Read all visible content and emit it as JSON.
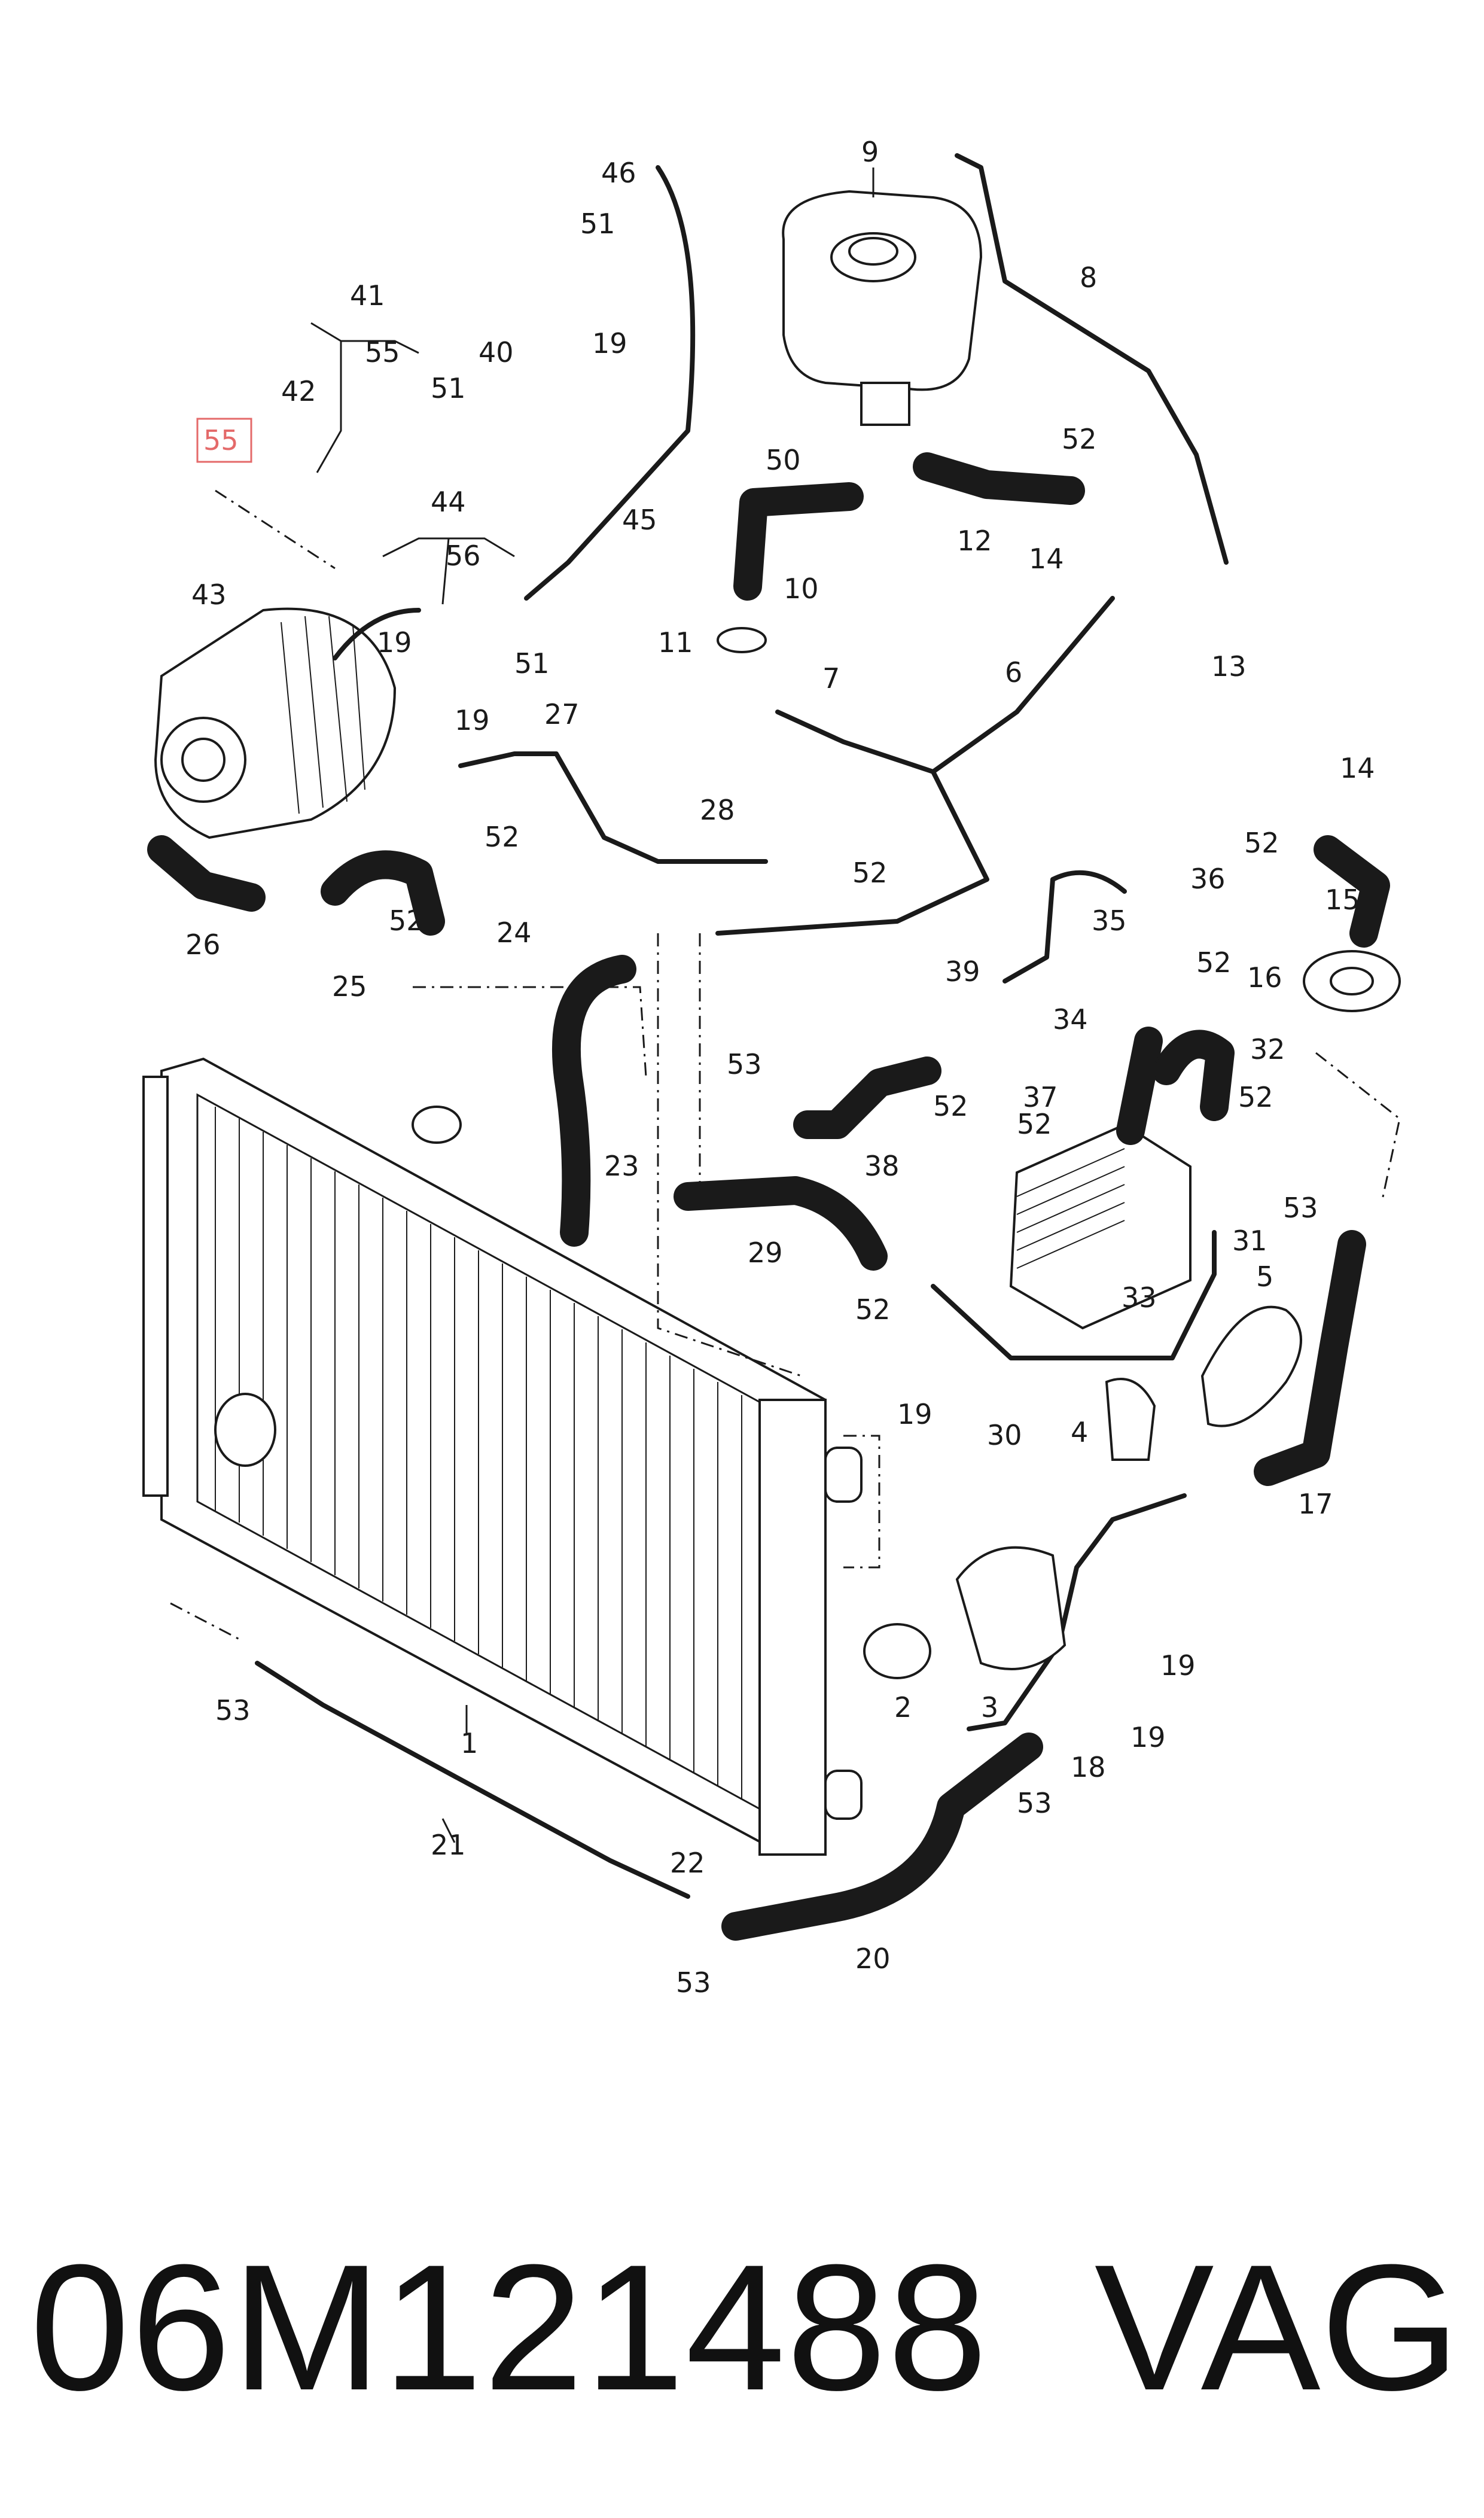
{
  "diagram": {
    "labels": {
      "l1": "1",
      "l2": "2",
      "l3": "3",
      "l4": "4",
      "l5": "5",
      "l6": "6",
      "l7": "7",
      "l8": "8",
      "l9": "9",
      "l10": "10",
      "l11": "11",
      "l12": "12",
      "l13": "13",
      "l14a": "14",
      "l14b": "14",
      "l15": "15",
      "l16": "16",
      "l17": "17",
      "l18": "18",
      "l19a": "19",
      "l19b": "19",
      "l19c": "19",
      "l19d": "19",
      "l19e": "19",
      "l19f": "19",
      "l20": "20",
      "l21": "21",
      "l22": "22",
      "l23": "23",
      "l24": "24",
      "l25": "25",
      "l26": "26",
      "l27": "27",
      "l28": "28",
      "l29": "29",
      "l30": "30",
      "l31": "31",
      "l32": "32",
      "l33": "33",
      "l34": "34",
      "l35": "35",
      "l36": "36",
      "l37": "37",
      "l38": "38",
      "l39": "39",
      "l40": "40",
      "l41": "41",
      "l42": "42",
      "l43": "43",
      "l44": "44",
      "l45": "45",
      "l46": "46",
      "l50": "50",
      "l51a": "51",
      "l51b": "51",
      "l51c": "51",
      "l52a": "52",
      "l52b": "52",
      "l52c": "52",
      "l52d": "52",
      "l52e": "52",
      "l52f": "52",
      "l52g": "52",
      "l52h": "52",
      "l52i": "52",
      "l52j": "52",
      "l53a": "53",
      "l53b": "53",
      "l53c": "53",
      "l53d": "53",
      "l53e": "53",
      "l55a": "55",
      "l55b": "55",
      "l56": "56"
    },
    "highlight": {
      "label": "55",
      "color": "#e46a6a"
    }
  },
  "footer": {
    "part_number": "06M121488",
    "brand": "VAG"
  }
}
